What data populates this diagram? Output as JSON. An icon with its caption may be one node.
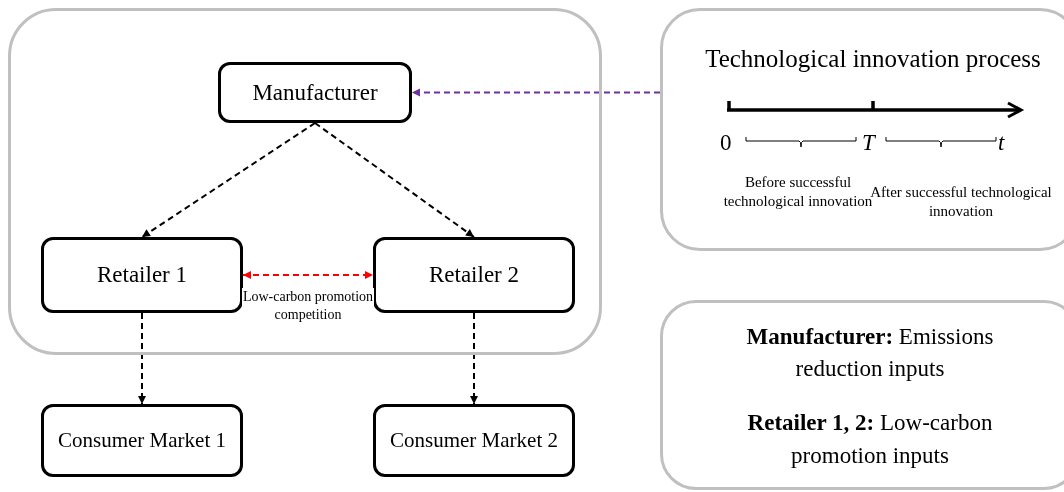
{
  "diagram": {
    "nodes": [
      {
        "text": [],
        "shape": "box"
      },
      {
        "text": [
          "Manufacturer"
        ],
        "in": 0
      },
      {
        "text": [
          "Retailer 1"
        ],
        "in": 0
      },
      {
        "text": [
          "Retailer 2"
        ],
        "in": 0
      },
      {
        "text": [
          "Consumer Market 1"
        ]
      },
      {
        "text": [
          "Consumer Market 2"
        ]
      },
      {
        "text": [
          "Technological innovation process",
          "Before successful technological innovation",
          "After successful technological innovation"
        ]
      },
      {
        "text": [
          "**Manufacturer:** Emissions reduction inputs",
          "**Retailer 1, 2:** Low-carbon promotion inputs"
        ]
      }
    ],
    "edges": [
      {
        "from": 6,
        "to": 1,
        "arrow": "to",
        "style": "dashed",
        "color": "#7030a0"
      },
      {
        "from": 1,
        "to": 2,
        "arrow": "to",
        "style": "dashed"
      },
      {
        "from": 1,
        "to": 3,
        "arrow": "to",
        "style": "dashed"
      },
      {
        "from": 2,
        "to": 3,
        "arrow": "both",
        "style": "dashed",
        "color": "#ff0000",
        "label": "Low-carbon promotion competition"
      },
      {
        "from": 2,
        "to": 4,
        "arrow": "to",
        "style": "dashed"
      },
      {
        "from": 3,
        "to": 5,
        "arrow": "to",
        "style": "dashed"
      }
    ],
    "labels": [
      "0",
      "T",
      "t"
    ]
  }
}
